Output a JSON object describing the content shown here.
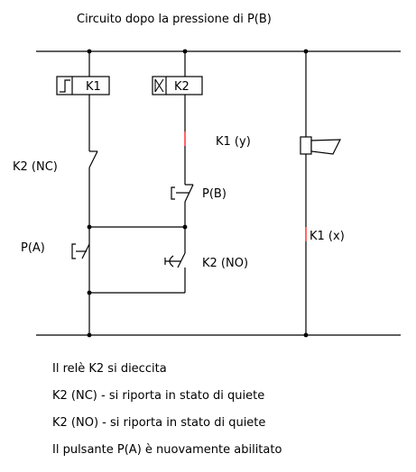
{
  "title": "Circuito dopo la  pressione di P(B)",
  "relays": {
    "k1": "K1",
    "k2": "K2"
  },
  "labels": {
    "k2_nc": "K2 (NC)",
    "k1_y": "K1 (y)",
    "p_b": "P(B)",
    "p_a": "P(A)",
    "k2_no": "K2 (NO)",
    "k1_x": "K1 (x)"
  },
  "notes": [
    "Il relè K2 si dieccita",
    "K2 (NC) - si riporta in stato di quiete",
    "K2 (NO) - si riporta in stato di quiete",
    "Il pulsante P(A) è nuovamente abilitato"
  ],
  "colors": {
    "wire": "#000000",
    "open_marker": "#ff0000"
  }
}
